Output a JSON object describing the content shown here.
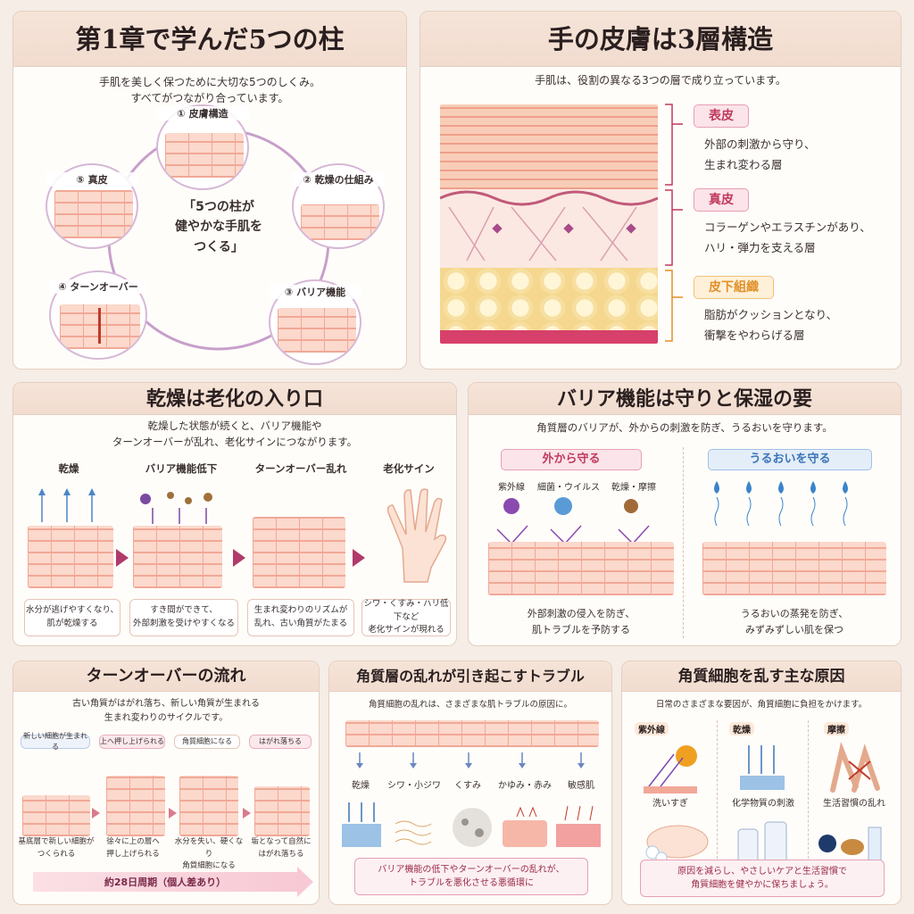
{
  "p1": {
    "title": "第1章で学んだ5つの柱",
    "subtitle1": "手肌を美しく保つために大切な5つのしくみ。",
    "subtitle2": "すべてがつながり合っています。",
    "center1": "「5つの柱が",
    "center2": "健やかな手肌を",
    "center3": "つくる」",
    "pillars": [
      "① 皮膚構造",
      "② 乾燥の仕組み",
      "③ バリア機能",
      "④ ターンオーバー",
      "⑤ 真皮"
    ]
  },
  "p2": {
    "title": "手の皮膚は3層構造",
    "subtitle": "手肌は、役割の異なる3つの層で成り立っています。",
    "layers": [
      {
        "name": "表皮",
        "desc1": "外部の刺激から守り、",
        "desc2": "生まれ変わる層",
        "color": "#c0395c"
      },
      {
        "name": "真皮",
        "desc1": "コラーゲンやエラスチンがあり、",
        "desc2": "ハリ・弾力を支える層",
        "color": "#c0395c"
      },
      {
        "name": "皮下組織",
        "desc1": "脂肪がクッションとなり、",
        "desc2": "衝撃をやわらげる層",
        "color": "#e0902a"
      }
    ]
  },
  "p3": {
    "title": "乾燥は老化の入り口",
    "subtitle1": "乾燥した状態が続くと、バリア機能や",
    "subtitle2": "ターンオーバーが乱れ、老化サインにつながります。",
    "steps": [
      {
        "label": "乾燥",
        "cap1": "水分が逃げやすくなり、",
        "cap2": "肌が乾燥する"
      },
      {
        "label": "バリア機能低下",
        "cap1": "すき間ができて、",
        "cap2": "外部刺激を受けやすくなる"
      },
      {
        "label": "ターンオーバー乱れ",
        "cap1": "生まれ変わりのリズムが",
        "cap2": "乱れ、古い角質がたまる"
      },
      {
        "label": "老化サイン",
        "cap1": "シワ・くすみ・ハリ低下など",
        "cap2": "老化サインが現れる"
      }
    ]
  },
  "p4": {
    "title": "バリア機能は守りと保湿の要",
    "subtitle": "角質層のバリアが、外からの刺激を防ぎ、うるおいを守ります。",
    "left_tag": "外から守る",
    "right_tag": "うるおいを守る",
    "threats": [
      "紫外線",
      "細菌・ウイルス",
      "乾燥・摩擦"
    ],
    "left_cap1": "外部刺激の侵入を防ぎ、",
    "left_cap2": "肌トラブルを予防する",
    "right_cap1": "うるおいの蒸発を防ぎ、",
    "right_cap2": "みずみずしい肌を保つ"
  },
  "p5": {
    "title": "ターンオーバーの流れ",
    "subtitle1": "古い角質がはがれ落ち、新しい角質が生まれる",
    "subtitle2": "生まれ変わりのサイクルです。",
    "stages": [
      {
        "label": "新しい細胞が生まれる",
        "cap1": "基底層で新しい細胞が",
        "cap2": "つくられる"
      },
      {
        "label": "上へ押し上げられる",
        "cap1": "徐々に上の層へ",
        "cap2": "押し上げられる"
      },
      {
        "label": "角質細胞になる",
        "cap1": "水分を失い、硬くなり",
        "cap2": "角質細胞になる"
      },
      {
        "label": "はがれ落ちる",
        "cap1": "垢となって自然に",
        "cap2": "はがれ落ちる"
      }
    ],
    "cycle": "約28日周期（個人差あり）"
  },
  "p6": {
    "title": "角質層の乱れが引き起こすトラブル",
    "subtitle": "角質細胞の乱れは、さまざまな肌トラブルの原因に。",
    "troubles": [
      "乾燥",
      "シワ・小ジワ",
      "くすみ",
      "かゆみ・赤み",
      "敏感肌"
    ],
    "note1": "バリア機能の低下やターンオーバーの乱れが、",
    "note2": "トラブルを悪化させる悪循環に"
  },
  "p7": {
    "title": "角質細胞を乱す主な原因",
    "subtitle": "日常のさまざまな要因が、角質細胞に負担をかけます。",
    "causes": [
      "紫外線",
      "乾燥",
      "摩擦",
      "洗いすぎ",
      "化学物質の刺激",
      "生活習慣の乱れ"
    ],
    "note1": "原因を減らし、やさしいケアと生活習慣で",
    "note2": "角質細胞を健やかに保ちましょう。"
  },
  "colors": {
    "accent": "#b03a6a",
    "panel_border": "#e3cfc0",
    "title_bg": "#f3dfd2"
  }
}
